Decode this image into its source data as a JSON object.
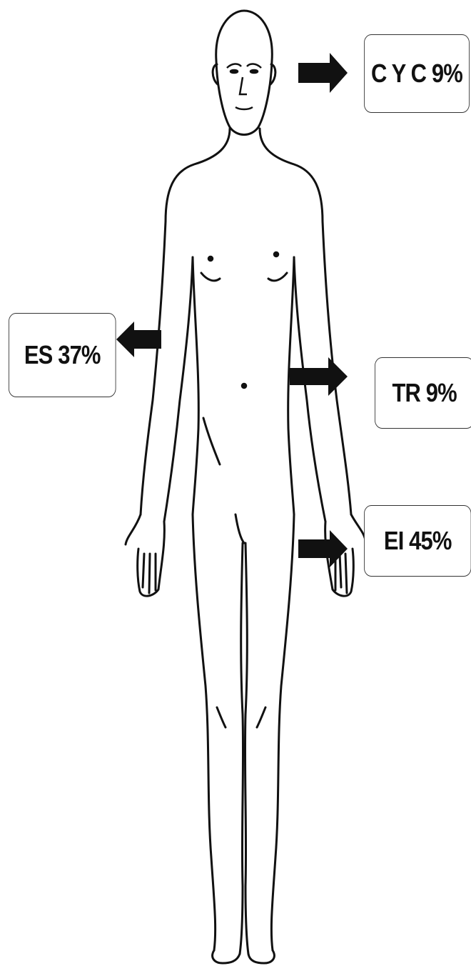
{
  "labels": {
    "cyc": "C Y C 9%",
    "es": "ES 37%",
    "tr": "TR 9%",
    "ei": "EI 45%"
  },
  "colors": {
    "ink": "#111111",
    "box_border": "#333333",
    "background": "#ffffff"
  }
}
